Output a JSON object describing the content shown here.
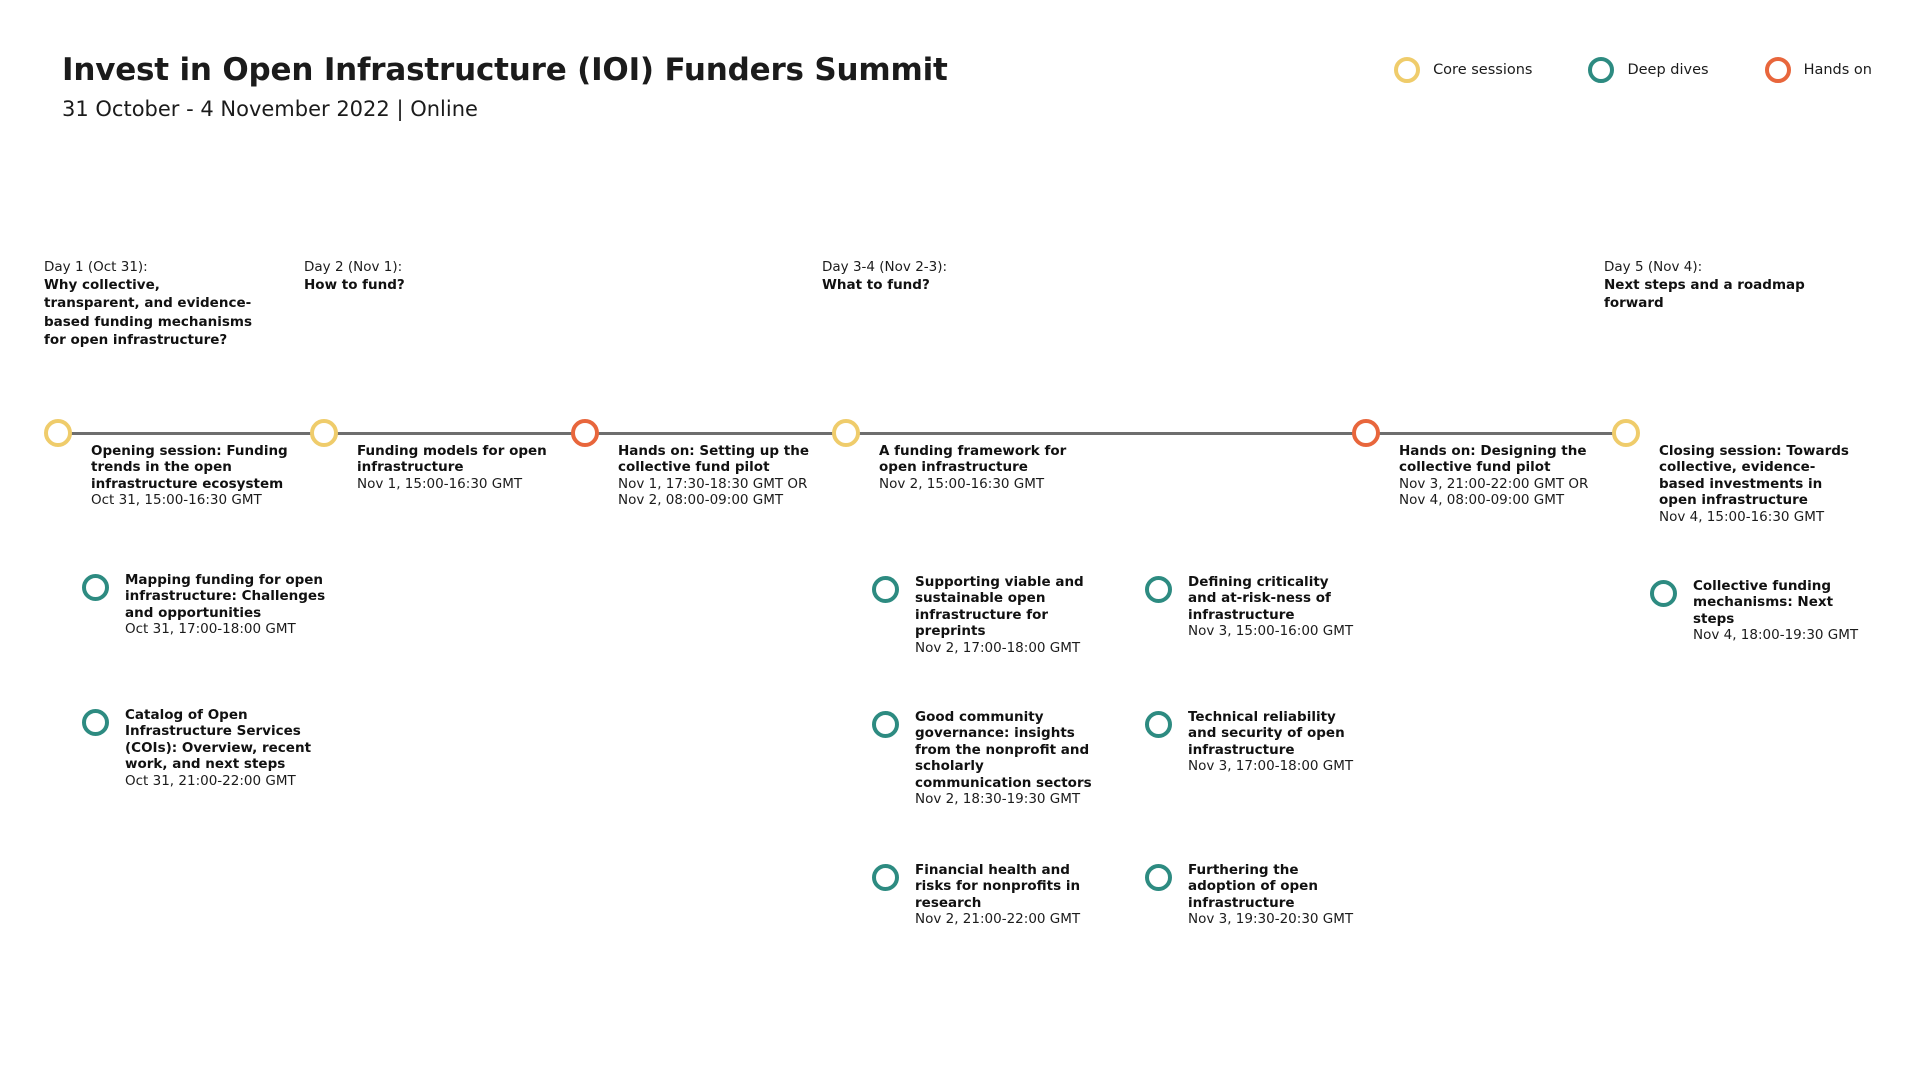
{
  "header": {
    "title": "Invest in Open Infrastructure (IOI) Funders Summit",
    "subtitle": "31 October - 4 November 2022 | Online"
  },
  "colors": {
    "core": "#efcc6b",
    "deep_dive": "#2d8b81",
    "hands_on": "#e8663c",
    "axis": "#6e6e6e",
    "text": "#1b1b1b"
  },
  "legend": {
    "items": [
      {
        "label": "Core sessions",
        "color": "#efcc6b",
        "icon": "circle-outline-icon"
      },
      {
        "label": "Deep dives",
        "color": "#2d8b81",
        "icon": "circle-outline-icon"
      },
      {
        "label": "Hands on",
        "color": "#e8663c",
        "icon": "circle-outline-icon"
      }
    ]
  },
  "days": [
    {
      "kicker": "Day 1 (Oct 31):",
      "title": "Why collective, transparent, and evidence-based funding mechanisms for open infrastructure?"
    },
    {
      "kicker": "Day 2 (Nov 1):",
      "title": "How to fund?"
    },
    {
      "kicker": "Day 3-4 (Nov 2-3):",
      "title": "What to fund?"
    },
    {
      "kicker": "Day 5 (Nov 4):",
      "title": "Next steps and a roadmap forward"
    }
  ],
  "timeline_nodes": [
    {
      "type": "core",
      "title": "Opening session: Funding trends in the open infrastructure ecosystem",
      "time": "Oct 31, 15:00-16:30 GMT"
    },
    {
      "type": "core",
      "title": "Funding models for open infrastructure",
      "time": "Nov 1, 15:00-16:30 GMT"
    },
    {
      "type": "hands_on",
      "title": "Hands on: Setting up the collective fund pilot",
      "time": "Nov 1, 17:30-18:30 GMT OR\nNov 2, 08:00-09:00 GMT"
    },
    {
      "type": "core",
      "title": "A funding framework for open infrastructure",
      "time": "Nov 2, 15:00-16:30 GMT"
    },
    {
      "type": "hands_on",
      "title": "Hands on: Designing the collective fund pilot",
      "time": "Nov 3, 21:00-22:00 GMT OR\nNov 4, 08:00-09:00 GMT"
    },
    {
      "type": "core",
      "title": "Closing session: Towards collective, evidence-based investments in open infrastructure",
      "time": "Nov 4, 15:00-16:30 GMT"
    }
  ],
  "deep_dives": [
    {
      "title": "Mapping funding for open infrastructure: Challenges and opportunities",
      "time": "Oct 31, 17:00-18:00 GMT"
    },
    {
      "title": "Catalog of Open Infrastructure Services (COIs): Overview, recent work, and next steps",
      "time": "Oct 31, 21:00-22:00 GMT"
    },
    {
      "title": "Supporting viable and sustainable open infrastructure for preprints",
      "time": "Nov 2, 17:00-18:00 GMT"
    },
    {
      "title": "Good community governance: insights from the nonprofit and scholarly communication sectors",
      "time": "Nov 2, 18:30-19:30 GMT"
    },
    {
      "title": "Financial health and risks for nonprofits in research",
      "time": "Nov 2, 21:00-22:00 GMT"
    },
    {
      "title": "Defining criticality and at-risk-ness of infrastructure",
      "time": "Nov 3, 15:00-16:00 GMT"
    },
    {
      "title": "Technical reliability and security of open infrastructure",
      "time": "Nov 3, 17:00-18:00 GMT"
    },
    {
      "title": "Furthering the adoption of open infrastructure",
      "time": "Nov 3, 19:30-20:30 GMT"
    },
    {
      "title": "Collective funding mechanisms: Next steps",
      "time": "Nov 4, 18:00-19:30 GMT"
    }
  ]
}
